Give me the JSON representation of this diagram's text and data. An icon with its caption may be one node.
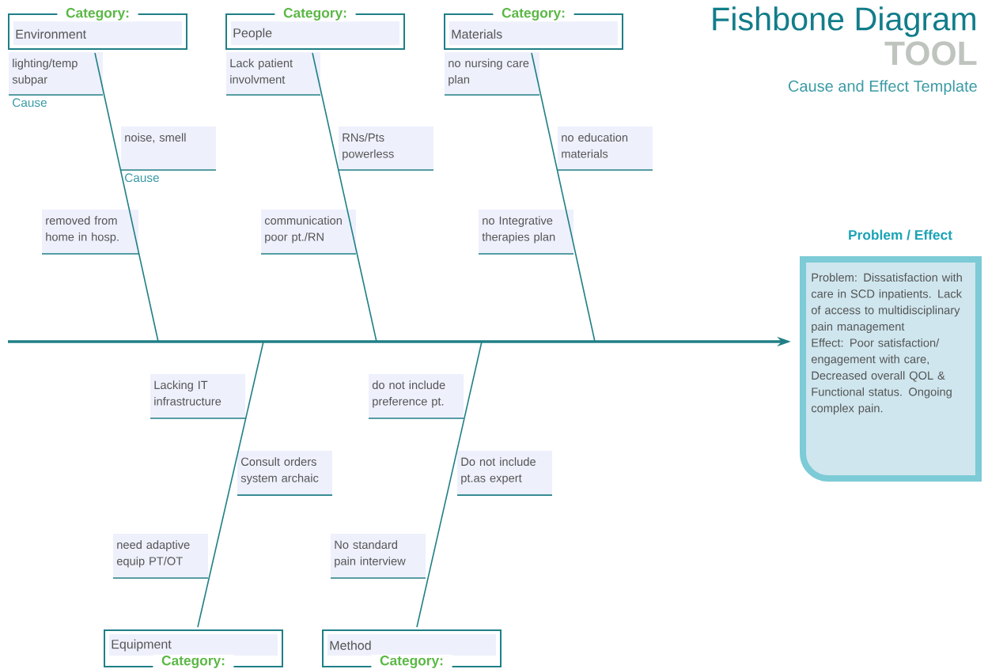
{
  "diagram": {
    "title": "Fishbone Diagram",
    "nodes": [
      {
        "text": [
          "Category:",
          "Environment"
        ]
      },
      {
        "text": [
          "lighting/temp subpar"
        ],
        "beside": [
          "Cause"
        ]
      },
      {
        "text": [
          "noise, smell"
        ],
        "beside": [
          "Cause"
        ]
      },
      {
        "text": [
          "removed from home in hosp."
        ]
      },
      {
        "text": [
          "Category:",
          "People"
        ]
      },
      {
        "text": [
          "Lack patient involvment"
        ]
      },
      {
        "text": [
          "RNs/Pts powerless"
        ]
      },
      {
        "text": [
          "communication poor pt./RN"
        ]
      },
      {
        "text": [
          "Category:",
          "Materials"
        ]
      },
      {
        "text": [
          "no nursing care plan"
        ]
      },
      {
        "text": [
          "no education materials"
        ]
      },
      {
        "text": [
          "no Integrative therapies plan"
        ]
      },
      {
        "text": [
          "Lacking IT infrastructure"
        ]
      },
      {
        "text": [
          "do not include preference pt."
        ]
      },
      {
        "text": [
          "Consult orders system archaic"
        ]
      },
      {
        "text": [
          "Do not include pt.as expert"
        ]
      },
      {
        "text": [
          "need adaptive equip PT/OT"
        ]
      },
      {
        "text": [
          "No standard pain interview"
        ]
      },
      {
        "text": [
          "Equipment",
          "Category:"
        ]
      },
      {
        "text": [
          "Method",
          "Category:"
        ]
      },
      {
        "text": [
          "Problem / Effect",
          "Problem: Dissatisfaction with care in SCD inpatients. Lack of access to multidisciplinary pain management Effect: Poor satisfaction/ engagement with care, Decreased overall QOL & Functional status. Ongoing complex pain."
        ]
      }
    ],
    "edges": [
      {
        "from": null,
        "to": 20,
        "arrow": "to",
        "style": "thick"
      },
      {
        "from": 0,
        "to": null,
        "arrow": "none"
      },
      {
        "from": 4,
        "to": null,
        "arrow": "none"
      },
      {
        "from": 8,
        "to": null,
        "arrow": "none"
      },
      {
        "from": 18,
        "to": null,
        "arrow": "none"
      },
      {
        "from": 19,
        "to": null,
        "arrow": "none"
      }
    ],
    "labels": [
      "TOOL",
      "Cause and Effect Template"
    ]
  }
}
